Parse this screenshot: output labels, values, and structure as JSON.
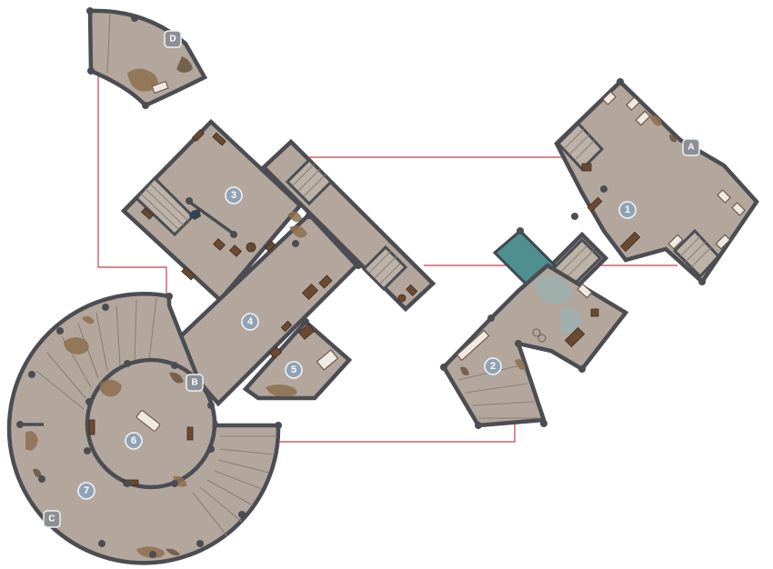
{
  "map": {
    "room_labels": [
      "1",
      "2",
      "3",
      "4",
      "5",
      "6",
      "7"
    ],
    "connection_labels": [
      "A",
      "B",
      "C",
      "D"
    ],
    "colors": {
      "floor": "#b3a79d",
      "wall": "#4b4d52",
      "connector_line": "#c0404a",
      "room_marker": "#8fa2b4",
      "connection_marker": "#8b9096",
      "water": "#4f8f90",
      "debris": "#8d6f4e"
    }
  }
}
